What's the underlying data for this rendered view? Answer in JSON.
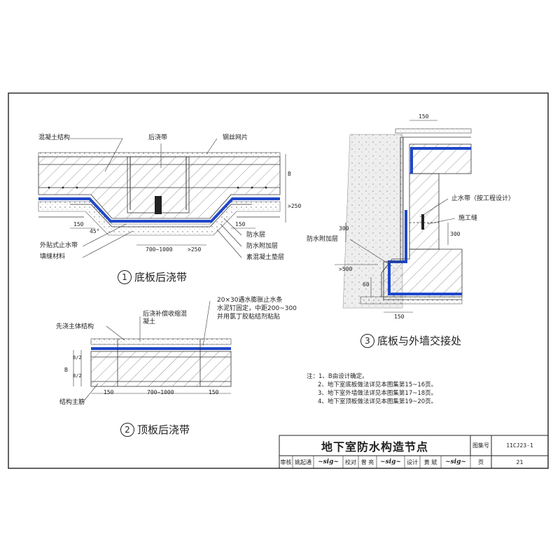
{
  "detail1": {
    "caption_num": "1",
    "caption": "底板后浇带",
    "labels": {
      "concrete_structure": "混凝土结构",
      "post_pour_strip": "后浇带",
      "steel_mesh": "钢丝网片",
      "external_waterstop": "外贴式止水带",
      "filler": "填缝材料",
      "waterproof_layer": "防水层",
      "waterproof_reinforcement": "防水附加层",
      "plain_concrete_cushion": "素混凝土垫层"
    },
    "dims": {
      "d150a": "150",
      "d150b": "150",
      "span": "700~1000",
      "d250": ">250",
      "angle": "45°",
      "h": "B",
      "h250": ">250"
    }
  },
  "detail2": {
    "caption_num": "2",
    "caption": "顶板后浇带",
    "labels": {
      "first_pour": "先浇主体结构",
      "post_pour_concrete": "后浇补偿收缩混凝土",
      "note_line1": "20×30遇水膨胀止水条",
      "note_line2": "水泥钉固定，中距200~300",
      "note_line3": "并用氯丁胶粘结剂粘贴",
      "main_rebar": "结构主筋"
    },
    "dims": {
      "d150a": "150",
      "span": "700~1000",
      "d150b": "150",
      "b": "B",
      "b2a": "B/2",
      "b2b": "B/2"
    }
  },
  "detail3": {
    "caption_num": "3",
    "caption": "底板与外墙交接处",
    "labels": {
      "waterstop": "止水带（按工程设计）",
      "construction_joint": "施工缝",
      "waterproof_reinforcement": "防水附加层"
    },
    "dims": {
      "top150": "150",
      "bot150": "150",
      "d300": "300",
      "d500": ">500",
      "d60": "60",
      "d300b": "300"
    }
  },
  "notes": [
    "注：1、B由设计确定。",
    "2、地下室底板做法详见本图集第15~16页。",
    "3、地下室外墙做法详见本图集第17~18页。",
    "4、地下室顶板做法详见本图集第19~20页。"
  ],
  "title_block": {
    "title": "地下室防水构造节点",
    "atlas_label": "图集号",
    "atlas_no": "11CJ23-1",
    "review_label": "审核",
    "reviewer": "姚起通",
    "check_label": "校对",
    "checker": "曾 亮",
    "design_label": "设计",
    "designer": "黄 斌",
    "page_label": "页",
    "page_no": "21"
  },
  "colors": {
    "waterproof": "#1f47c9",
    "line": "#222222",
    "paper": "#ffffff"
  }
}
